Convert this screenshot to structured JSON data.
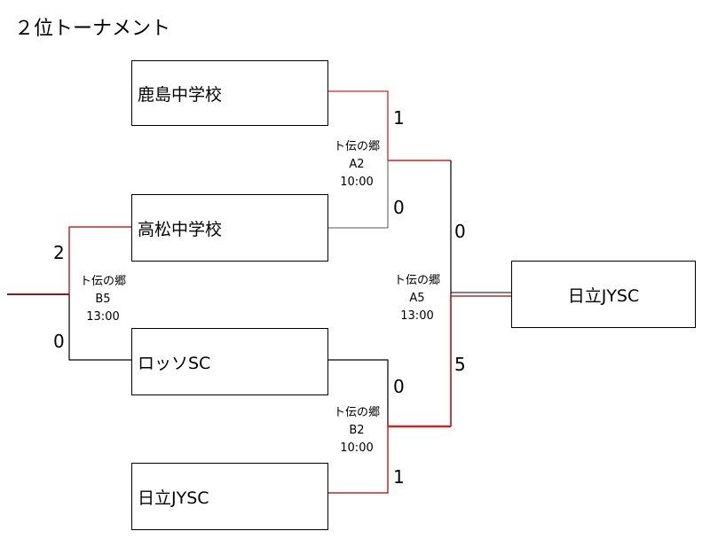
{
  "title": "２位トーナメント",
  "teams": {
    "kashima": "鹿島中学校",
    "takamatsu": "高松中学校",
    "rosso": "ロッソSC",
    "hitachi": "日立JYSC",
    "winner": "日立JYSC"
  },
  "matches": {
    "a2": {
      "venue": "ト伝の郷",
      "code": "A2",
      "time": "10:00"
    },
    "b2": {
      "venue": "ト伝の郷",
      "code": "B2",
      "time": "10:00"
    },
    "b5": {
      "venue": "ト伝の郷",
      "code": "B5",
      "time": "13:00"
    },
    "a5": {
      "venue": "ト伝の郷",
      "code": "A5",
      "time": "13:00"
    }
  },
  "scores": {
    "a2_kashima": "1",
    "a2_takamatsu": "0",
    "b2_rosso": "0",
    "b2_hitachi": "1",
    "a5_top": "0",
    "a5_bottom": "5",
    "b5_takamatsu": "2",
    "b5_rosso": "0"
  },
  "colors": {
    "win_line": "#c0282d",
    "line": "#000000"
  }
}
